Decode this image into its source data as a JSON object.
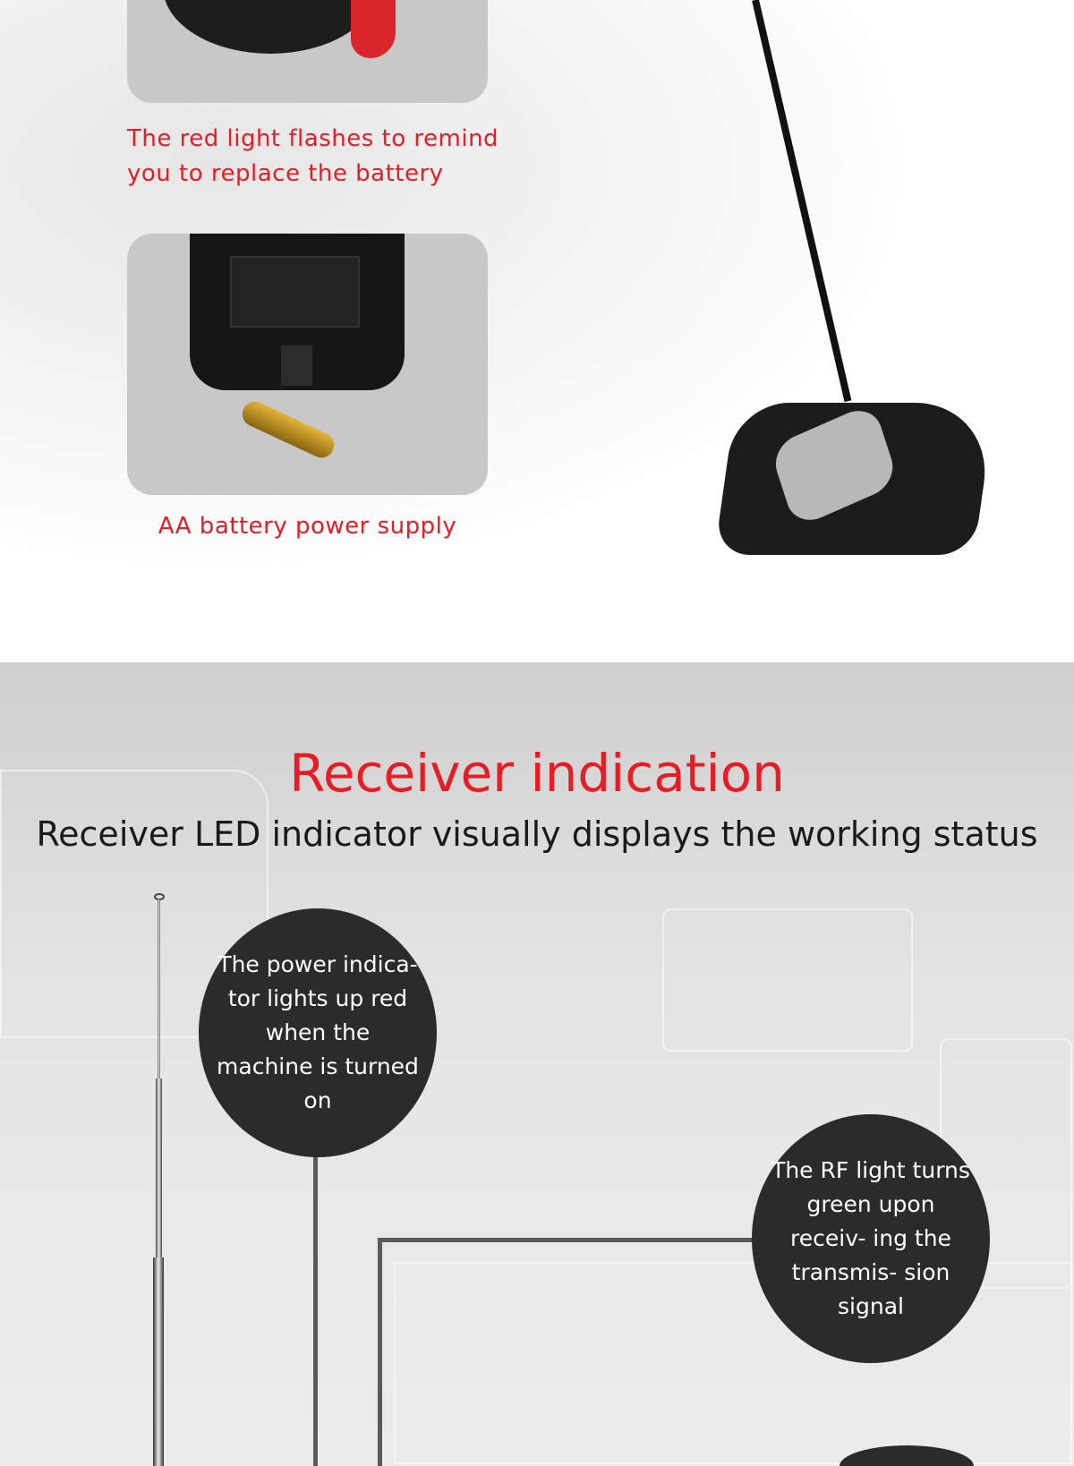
{
  "battery_section": {
    "low_battery_caption": [
      "The red light flashes to remind",
      "you to replace the battery"
    ],
    "power_caption": "AA battery power supply"
  },
  "receiver_section": {
    "title": "Receiver indication",
    "subtitle": "Receiver LED indicator visually displays the working status",
    "bubbles": [
      {
        "text": "The power indica- tor lights up red when the machine is turned on"
      },
      {
        "text": "The RF light turns green upon receiv- ing the transmis- sion signal"
      }
    ]
  },
  "colors": {
    "accent": "#e41e26",
    "bubble": "#2b2b2b"
  }
}
